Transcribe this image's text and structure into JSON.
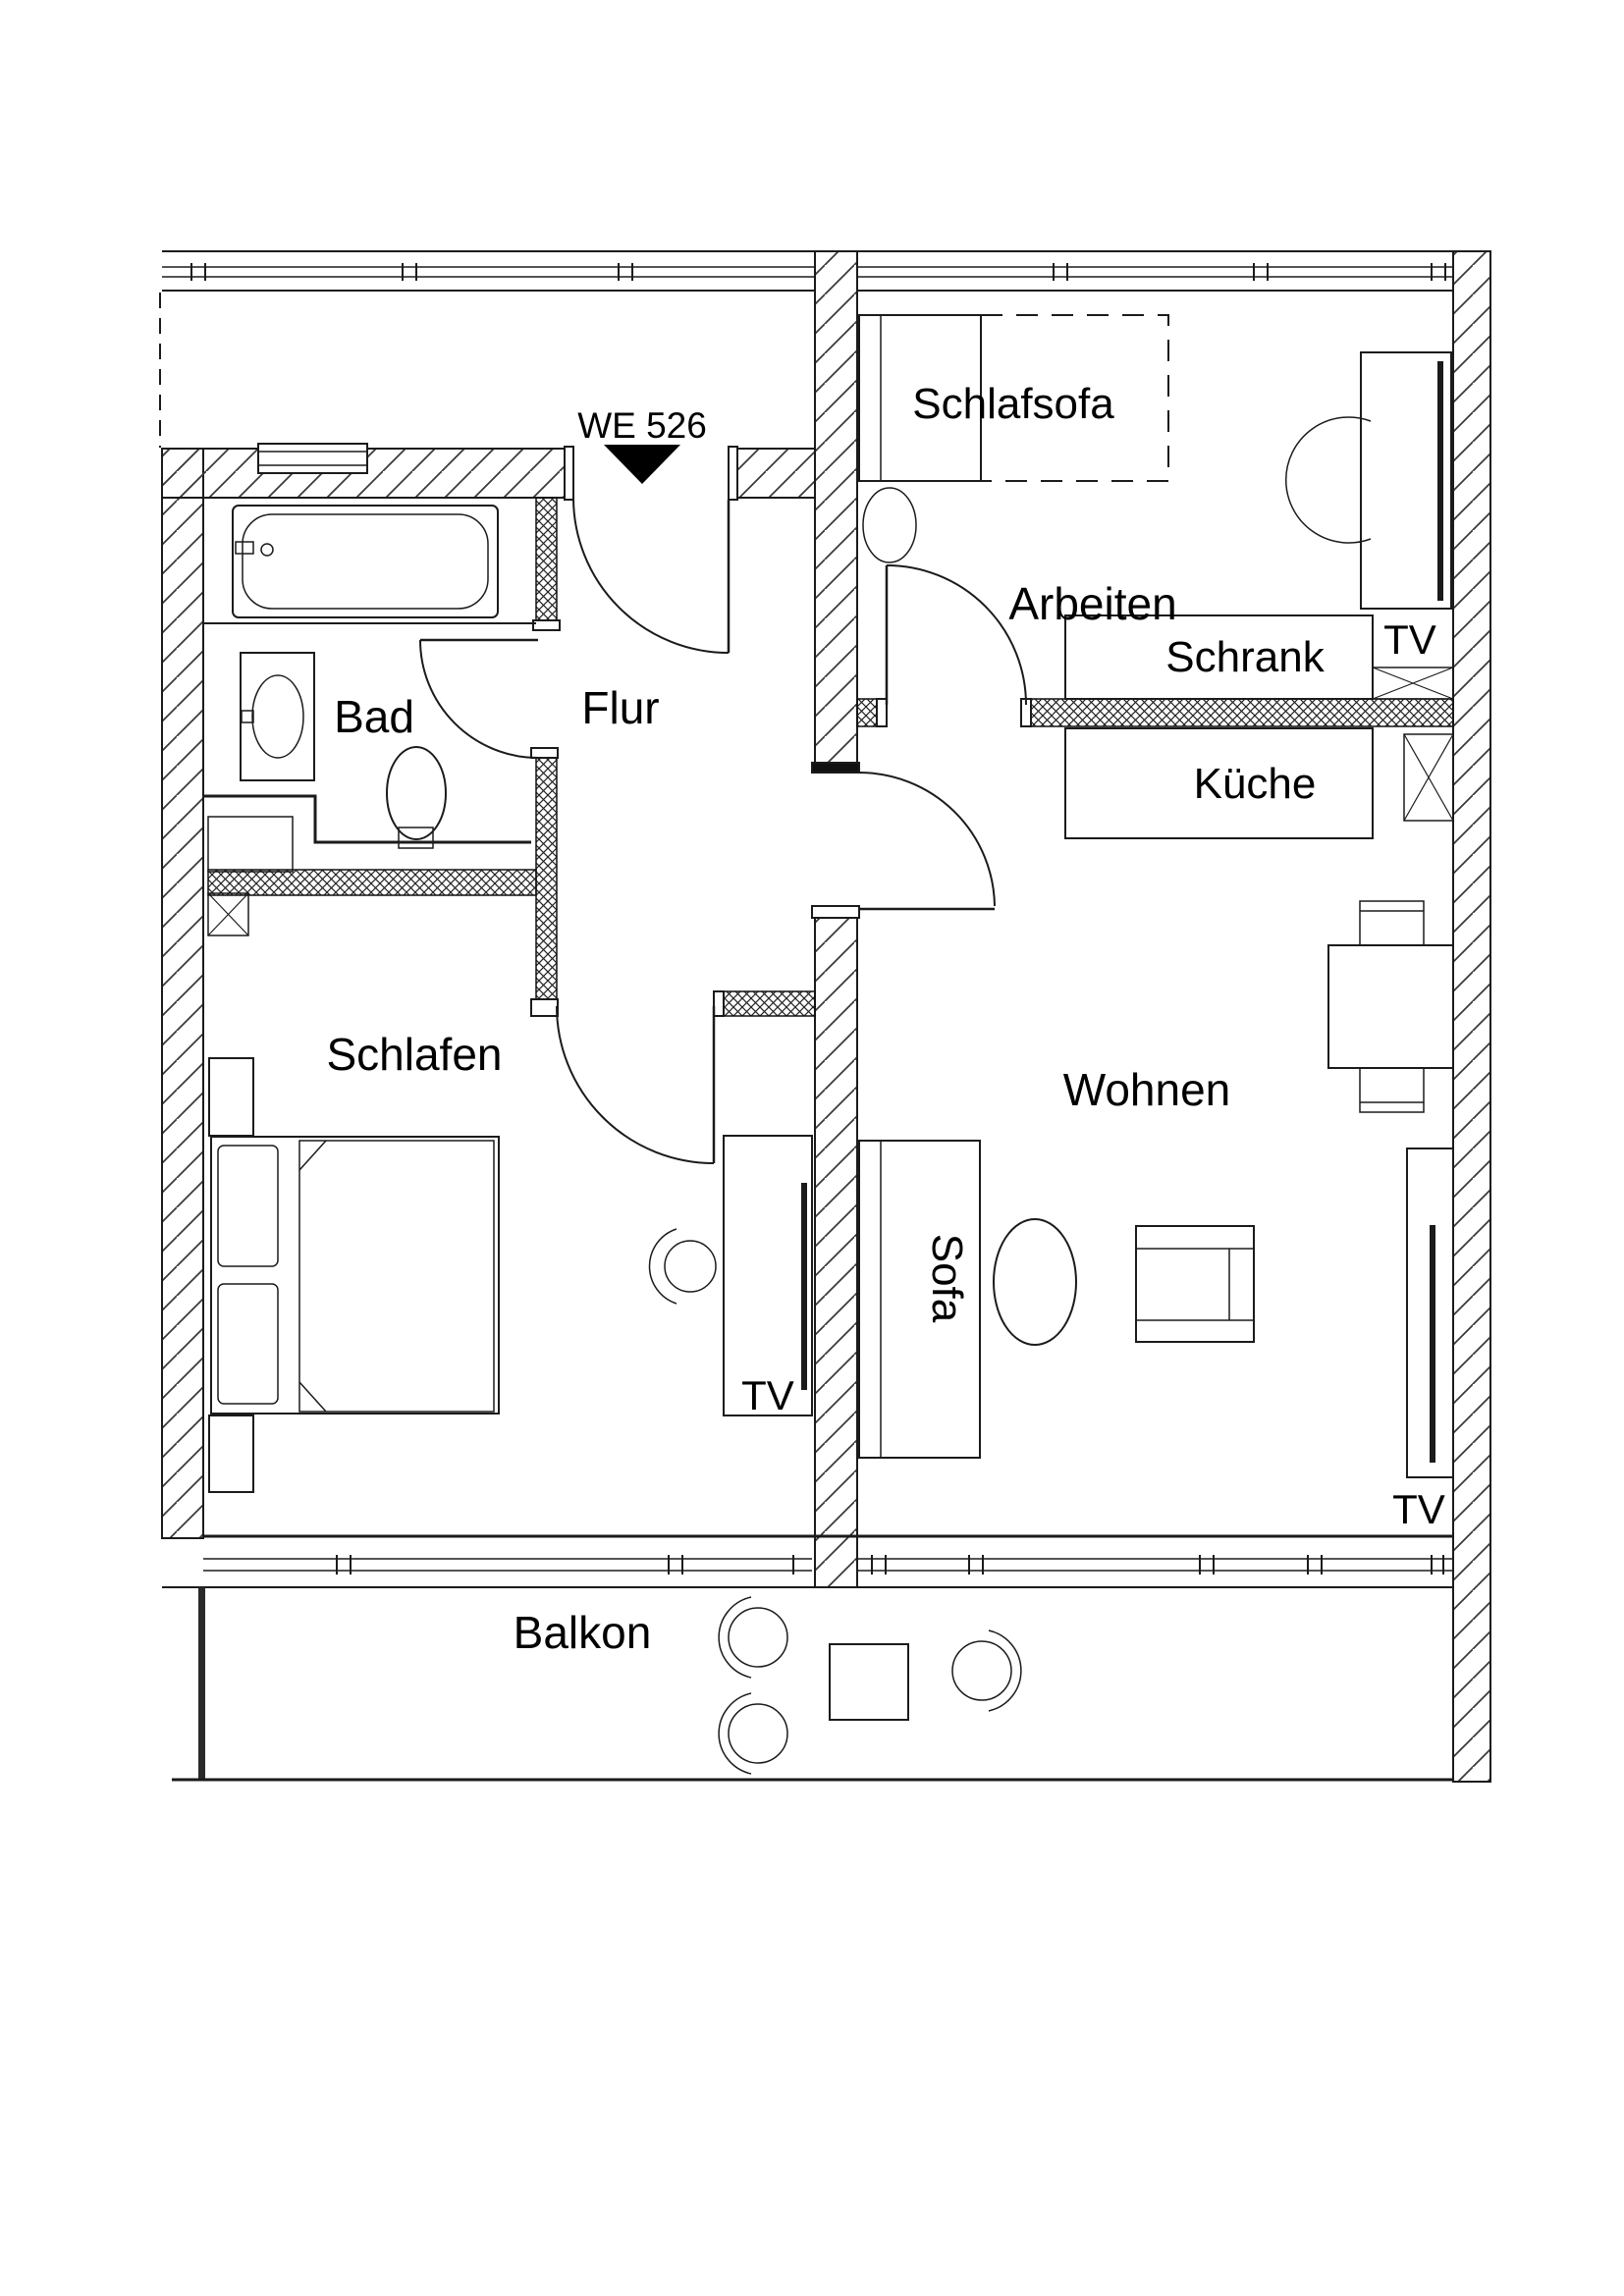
{
  "floorplan": {
    "unit_label": "WE 526",
    "rooms": {
      "bad": "Bad",
      "flur": "Flur",
      "schlafen": "Schlafen",
      "wohnen": "Wohnen",
      "arbeiten": "Arbeiten",
      "kueche": "Küche",
      "balkon": "Balkon"
    },
    "furniture": {
      "schlafsofa": "Schlafsofa",
      "schrank": "Schrank",
      "sofa": "Sofa",
      "tv_arbeiten": "TV",
      "tv_schlafen": "TV",
      "tv_wohnen": "TV"
    },
    "colors": {
      "line": "#1b1b1b",
      "hatch": "#3a3a3a",
      "insulation": "#222222",
      "entry_marker": "#000000"
    }
  }
}
